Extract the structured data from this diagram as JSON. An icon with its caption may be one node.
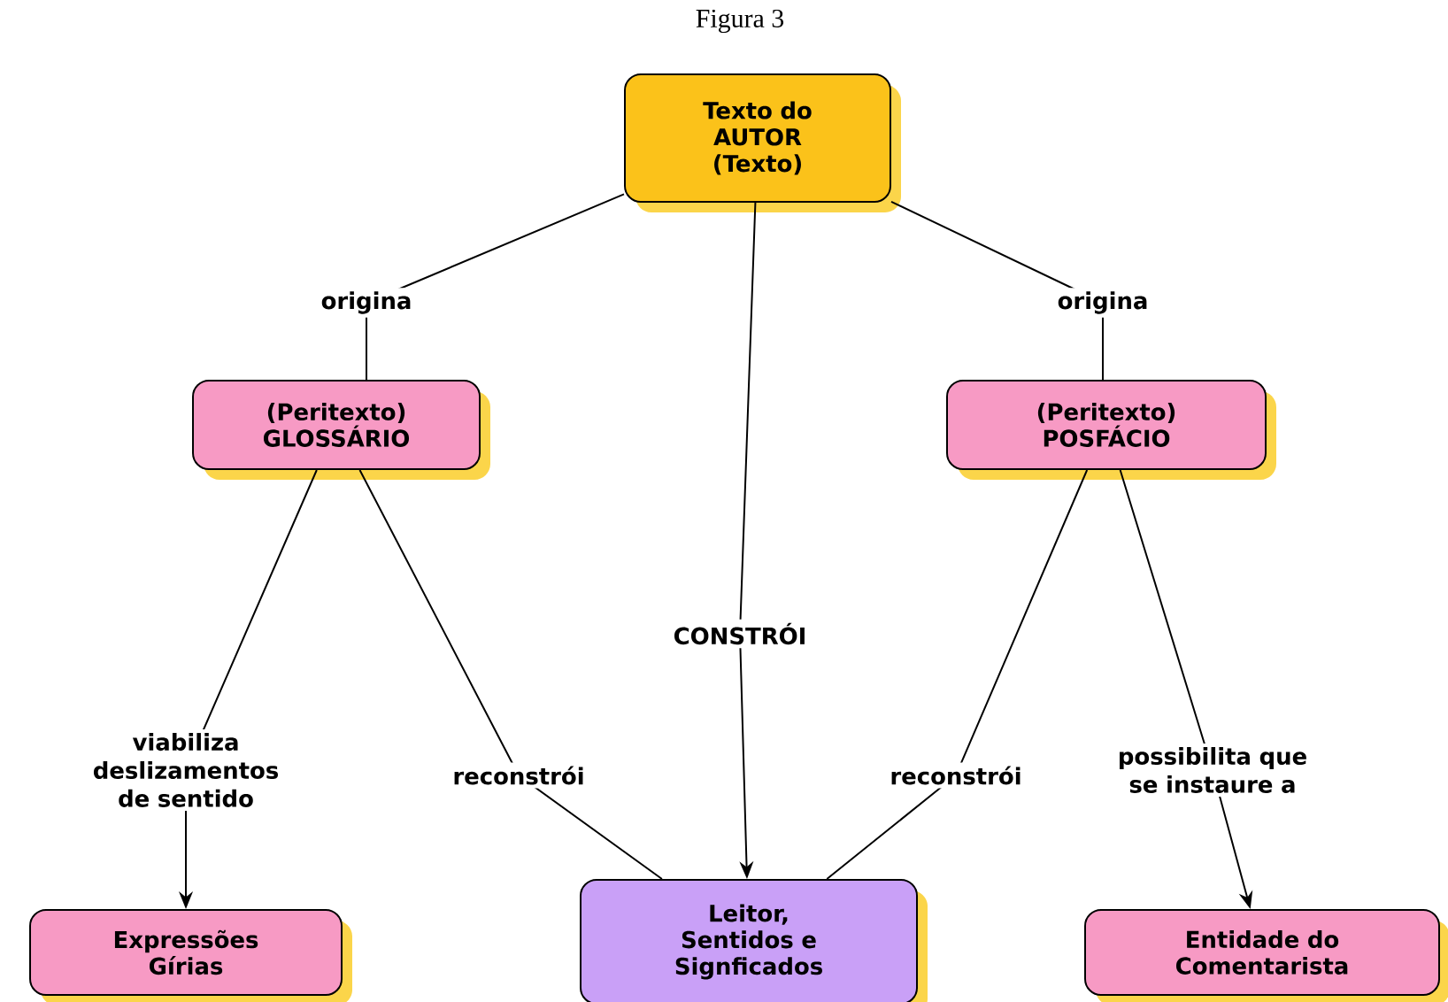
{
  "diagram": {
    "title": "Figura 3",
    "nodes": [
      {
        "text": [
          "Texto do AUTOR (Texto)"
        ]
      },
      {
        "text": [
          "(Peritexto) GLOSSÁRIO"
        ]
      },
      {
        "text": [
          "(Peritexto) POSFÁCIO"
        ]
      },
      {
        "text": [
          "Expressões Gírias"
        ]
      },
      {
        "text": [
          "Leitor, Sentidos e Signficados"
        ]
      },
      {
        "text": [
          "Entidade do Comentarista"
        ]
      }
    ],
    "edges": [
      {
        "from": 0,
        "to": 1,
        "arrow": "none",
        "label": "origina"
      },
      {
        "from": 0,
        "to": 2,
        "arrow": "none",
        "label": "origina"
      },
      {
        "from": 0,
        "to": 4,
        "arrow": "to",
        "label": "CONSTRÓI"
      },
      {
        "from": 1,
        "to": 3,
        "arrow": "to",
        "label": "viabiliza deslizamentos de sentido"
      },
      {
        "from": 1,
        "to": 4,
        "arrow": "none",
        "label": "reconstrói"
      },
      {
        "from": 2,
        "to": 4,
        "arrow": "none",
        "label": "reconstrói"
      },
      {
        "from": 2,
        "to": 5,
        "arrow": "to",
        "label": "possibilita que se instaure a"
      }
    ]
  }
}
